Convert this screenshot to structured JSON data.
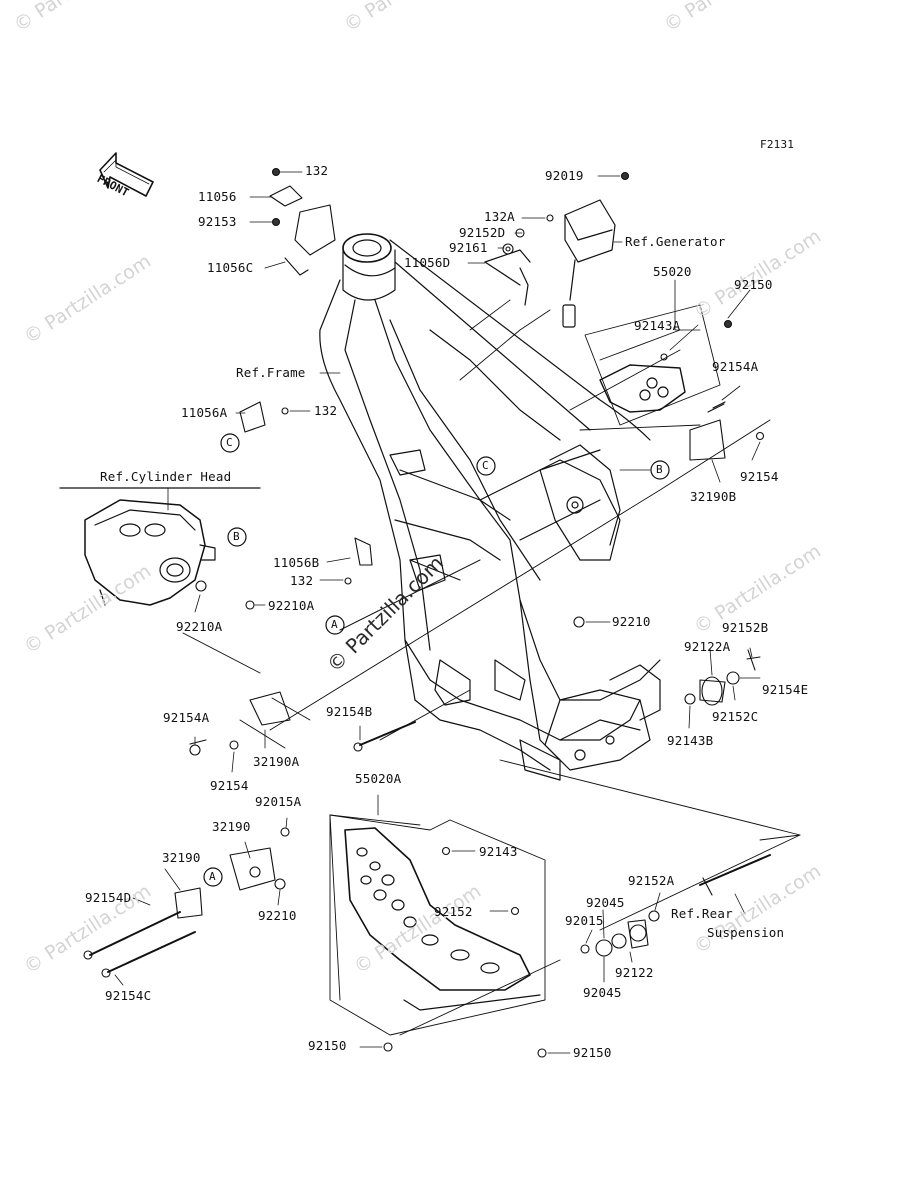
{
  "diagram_code": "F2131",
  "front_label": "FRONT",
  "labels": {
    "l132_top": "132",
    "l11056": "11056",
    "l92153": "92153",
    "l11056C": "11056C",
    "l92019": "92019",
    "l132A": "132A",
    "l92152D": "92152D",
    "l92161": "92161",
    "l11056D": "11056D",
    "ref_generator": "Ref.Generator",
    "l55020": "55020",
    "l92150_top": "92150",
    "l92143A": "92143A",
    "ref_frame": "Ref.Frame",
    "l92154A_right": "92154A",
    "l11056A": "11056A",
    "l132_mid": "132",
    "l92154_right": "92154",
    "l32190B": "32190B",
    "ref_cylinder_head": "Ref.Cylinder Head",
    "l11056B": "11056B",
    "l132_low": "132",
    "l92210A_right": "92210A",
    "l92210A_left": "92210A",
    "l92210": "92210",
    "l92152B": "92152B",
    "l92122A": "92122A",
    "l92154E": "92154E",
    "l92152C": "92152C",
    "l92143B": "92143B",
    "l92154A_left": "92154A",
    "l92154B": "92154B",
    "l32190A": "32190A",
    "l92154_left": "92154",
    "l55020A": "55020A",
    "l92015A": "92015A",
    "l32190_a": "32190",
    "l32190_b": "32190",
    "l92143": "92143",
    "l92154D": "92154D",
    "l92210_low": "92210",
    "l92152": "92152",
    "l92152A": "92152A",
    "l92045_top": "92045",
    "l92015": "92015",
    "ref_rear": "Ref.Rear",
    "suspension": "Suspension",
    "l92122": "92122",
    "l92045_bot": "92045",
    "l92154C": "92154C",
    "l92150_left": "92150",
    "l92150_right": "92150"
  },
  "callouts": {
    "A": "A",
    "B": "B",
    "C": "C"
  },
  "watermark": "© Partzilla.com"
}
